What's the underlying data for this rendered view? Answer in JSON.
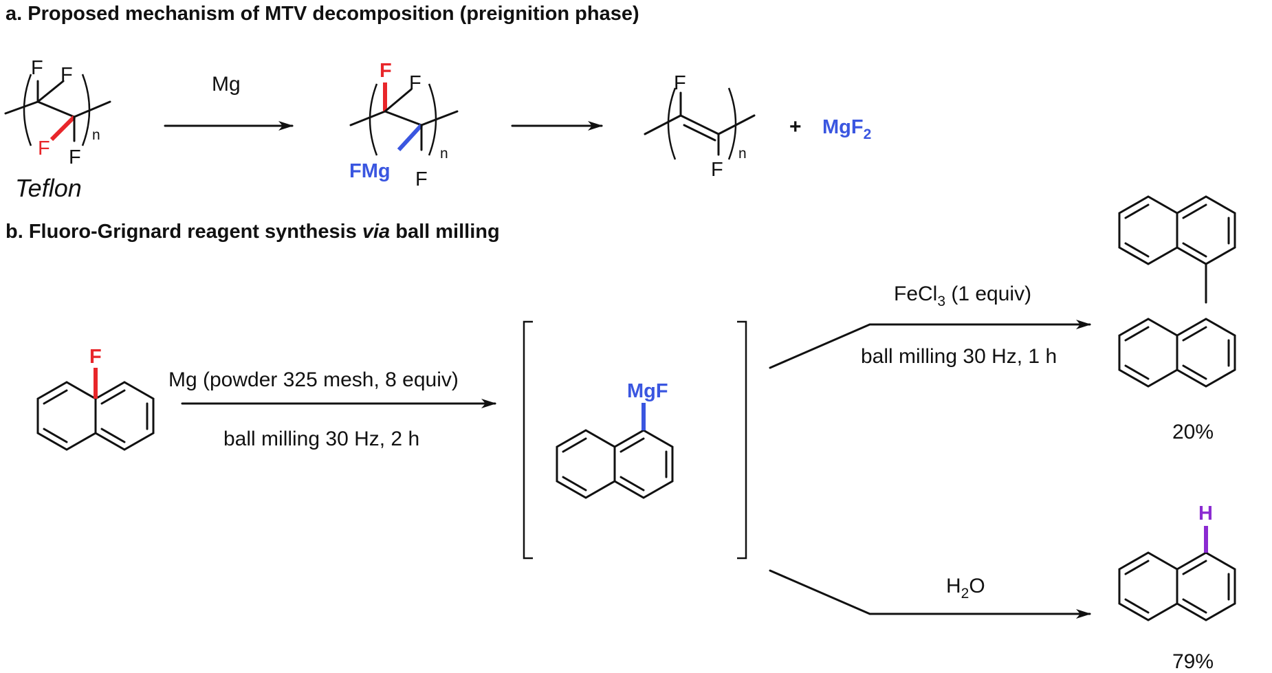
{
  "section_a": {
    "title": "a. Proposed mechanism of MTV decomposition (preignition phase)",
    "reagent_mg": "Mg",
    "plus": "+",
    "product_mgf2_main": "MgF",
    "product_mgf2_sub": "2",
    "teflon_label": "Teflon",
    "atom_f": "F",
    "atom_fmg": "FMg",
    "repeat_n": "n"
  },
  "section_b": {
    "title_part1": "b. Fluoro-Grignard reagent synthesis ",
    "title_italic": "via",
    "title_part2": " ball milling",
    "step1_top": "Mg (powder 325 mesh, 8 equiv)",
    "step1_bottom": "ball milling 30 Hz, 2 h",
    "intermediate_label": "MgF",
    "start_atom": "F",
    "upper_top_main": "FeCl",
    "upper_top_sub": "3",
    "upper_top_rest": " (1 equiv)",
    "upper_bottom": "ball milling 30 Hz, 1 h",
    "upper_yield": "20%",
    "lower_top_main": "H",
    "lower_top_sub": "2",
    "lower_top_rest": "O",
    "lower_yield": "79%",
    "lower_atom": "H"
  },
  "colors": {
    "fluorine": "#e8262a",
    "magnesium": "#3a56e0",
    "hydrogen": "#8b2bd1",
    "text": "#111111"
  }
}
